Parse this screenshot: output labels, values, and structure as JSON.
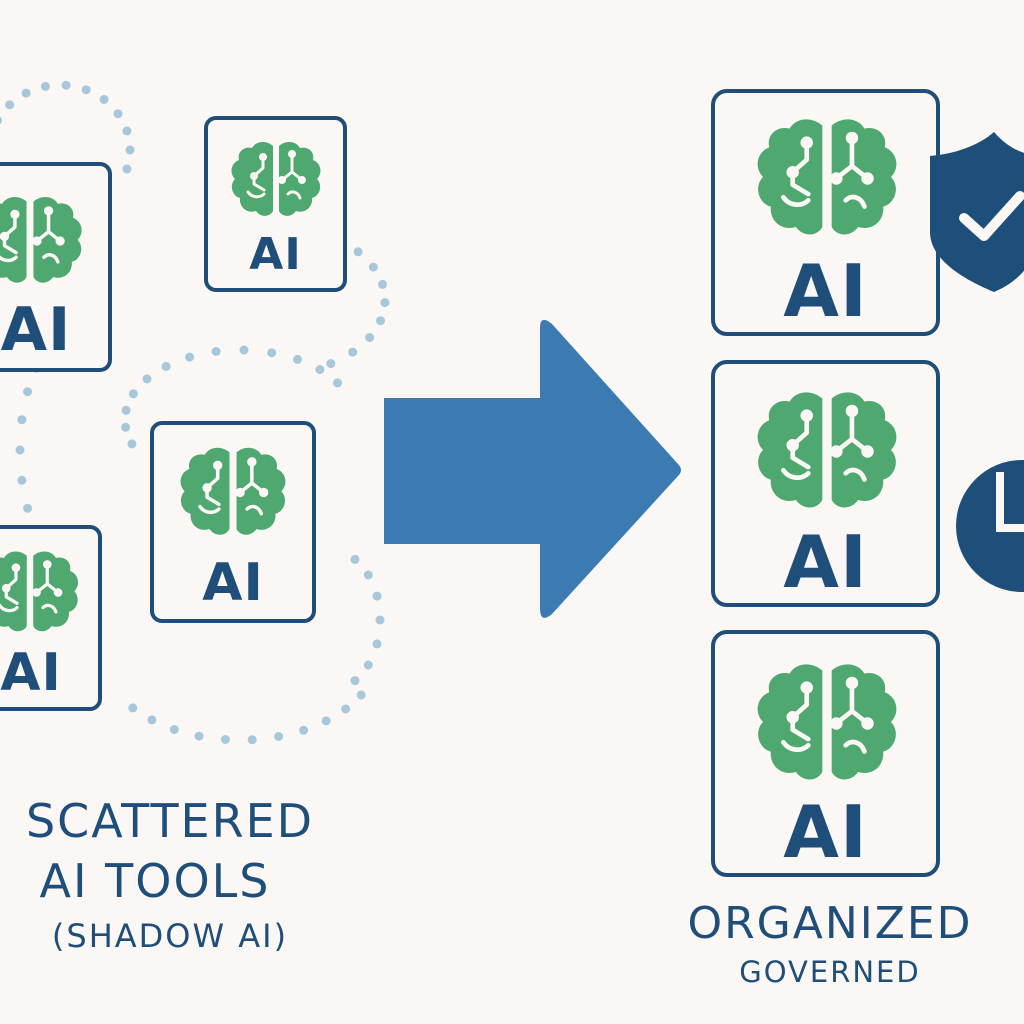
{
  "colors": {
    "background": "#fbf7f4",
    "navy": "#1f4e7a",
    "brain_green": "#4ea870",
    "arrow_blue": "#3b7bb2",
    "badge_navy": "#1e4f7b",
    "dots": "#a7c8db"
  },
  "left": {
    "title_line1": "SCATTERED",
    "title_line2": "AI TOOLS",
    "title_line3": "(SHADOW AI)",
    "cards": [
      {
        "icon": "brain-circuit-icon",
        "label": "AI"
      },
      {
        "icon": "brain-circuit-icon",
        "label": "AI"
      },
      {
        "icon": "brain-circuit-icon",
        "label": "AI"
      },
      {
        "icon": "brain-circuit-icon",
        "label": "AI"
      }
    ]
  },
  "arrow": {
    "icon": "arrow-right-icon"
  },
  "right": {
    "title_line1": "ORGANIZED",
    "title_line2": "GOVERNED",
    "cards": [
      {
        "icon": "brain-circuit-icon",
        "label": "AI",
        "badge": "shield-check-icon"
      },
      {
        "icon": "brain-circuit-icon",
        "label": "AI",
        "badge": "clock-icon"
      },
      {
        "icon": "brain-circuit-icon",
        "label": "AI",
        "badge": ""
      }
    ]
  }
}
